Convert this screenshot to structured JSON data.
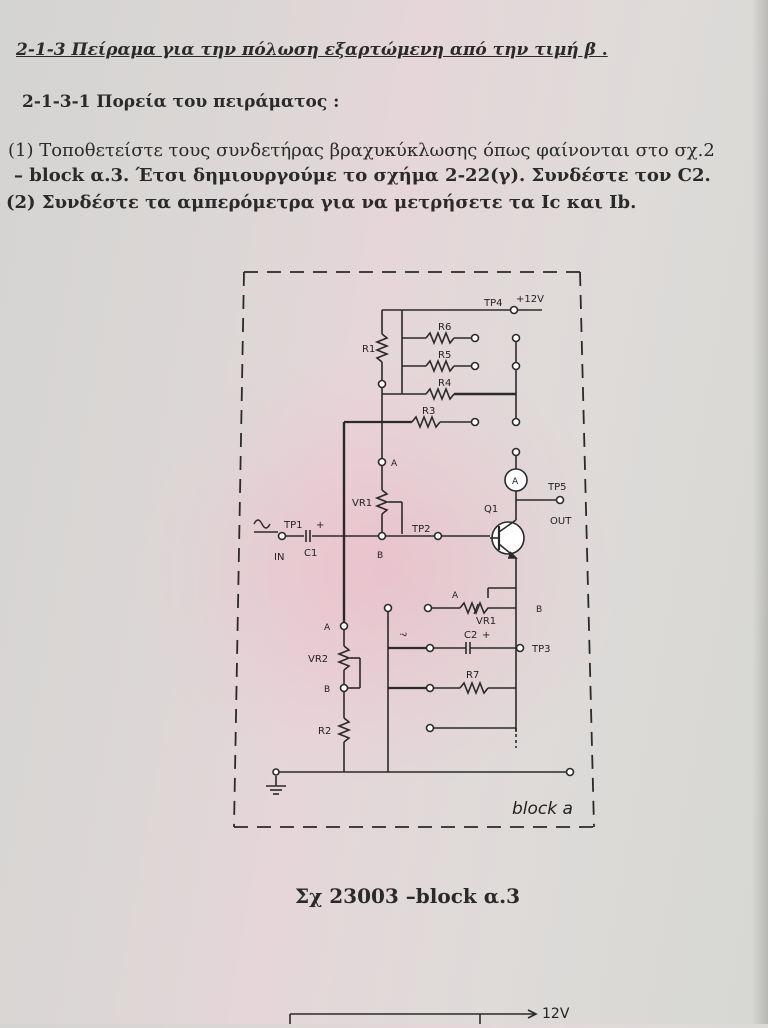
{
  "heading": {
    "text": "2-1-3 Πείραμα για την πόλωση εξαρτώμενη από την τιμή β",
    "trail": " ."
  },
  "subheading": "2-1-3-1 Πορεία του πειράματος :",
  "paragraphs": {
    "p1": "(1) Τοποθετείστε τους συνδετήρας  βραχυκύκλωσης όπως φαίνονται στο σχ.2",
    "p2": "– block α.3. Έτσι δημιουργούμε το σχήμα 2-22(γ). Συνδέστε τον C2.",
    "p3": "(2) Συνδέστε τα αμπερόμετρα για να μετρήσετε τα Ic και Ib."
  },
  "diagram": {
    "block_label": "block a",
    "labels": {
      "tp4": "TP4",
      "vcc": "+12V",
      "r6": "R6",
      "r5": "R5",
      "r4": "R4",
      "r1": "R1",
      "r3": "R3",
      "a1": "A",
      "vr1_top": "VR1",
      "tp1": "TP1",
      "plus_c1": "+",
      "c1": "C1",
      "in": "IN",
      "b1": "B",
      "tp2": "TP2",
      "q1": "Q1",
      "tp5": "TP5",
      "out": "OUT",
      "a2": "A",
      "vr1": "VR1",
      "b2": "B",
      "c2": "C2",
      "plus_c2": "+",
      "tp3": "TP3",
      "r7": "R7",
      "a3": "A",
      "vr2": "VR2",
      "b3": "B",
      "r2": "R2",
      "meter": "A"
    }
  },
  "caption": "Σχ 23003 –block α.3",
  "bottom_fig": {
    "label": "12V"
  }
}
